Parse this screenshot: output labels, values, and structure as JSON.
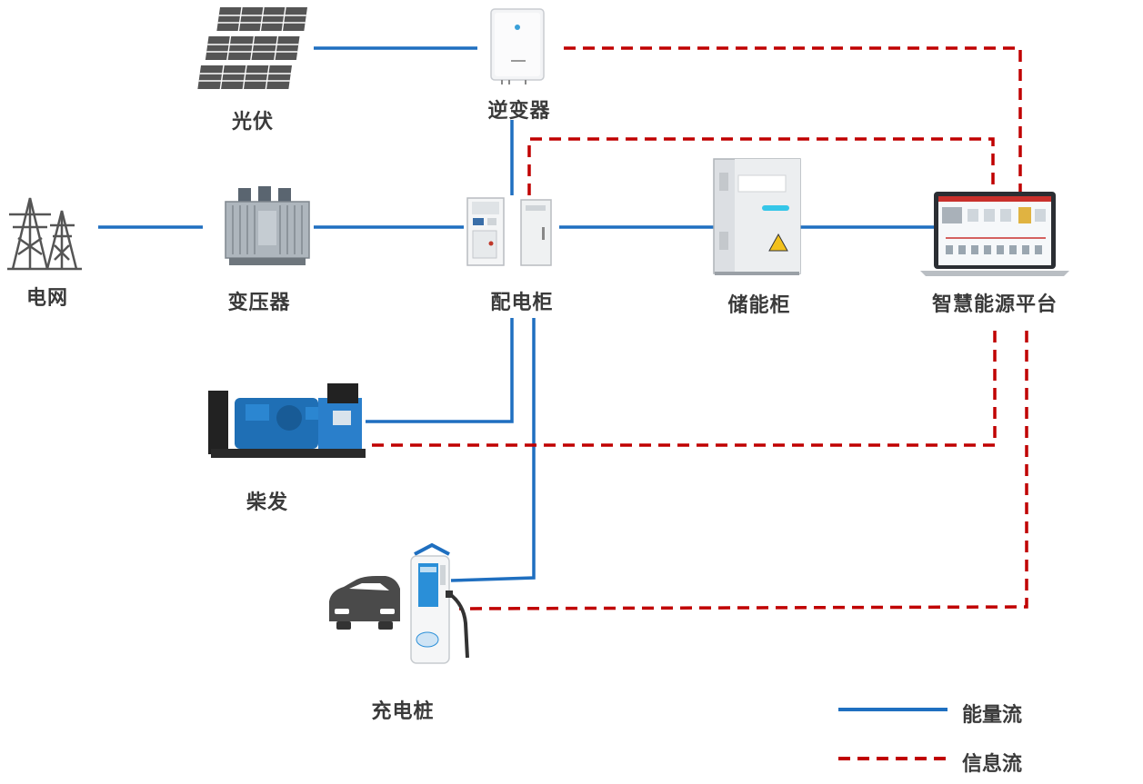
{
  "nodes": {
    "pv": "光伏",
    "inverter": "逆变器",
    "grid": "电网",
    "transformer": "变压器",
    "switchgear": "配电柜",
    "storage": "储能柜",
    "platform": "智慧能源平台",
    "diesel": "柴发",
    "charger": "充电桩"
  },
  "legend": {
    "energy": "能量流",
    "info": "信息流"
  },
  "colors": {
    "energy_line": "#1f6fc0",
    "info_line": "#c00000",
    "label_text": "#3a3a3a"
  }
}
